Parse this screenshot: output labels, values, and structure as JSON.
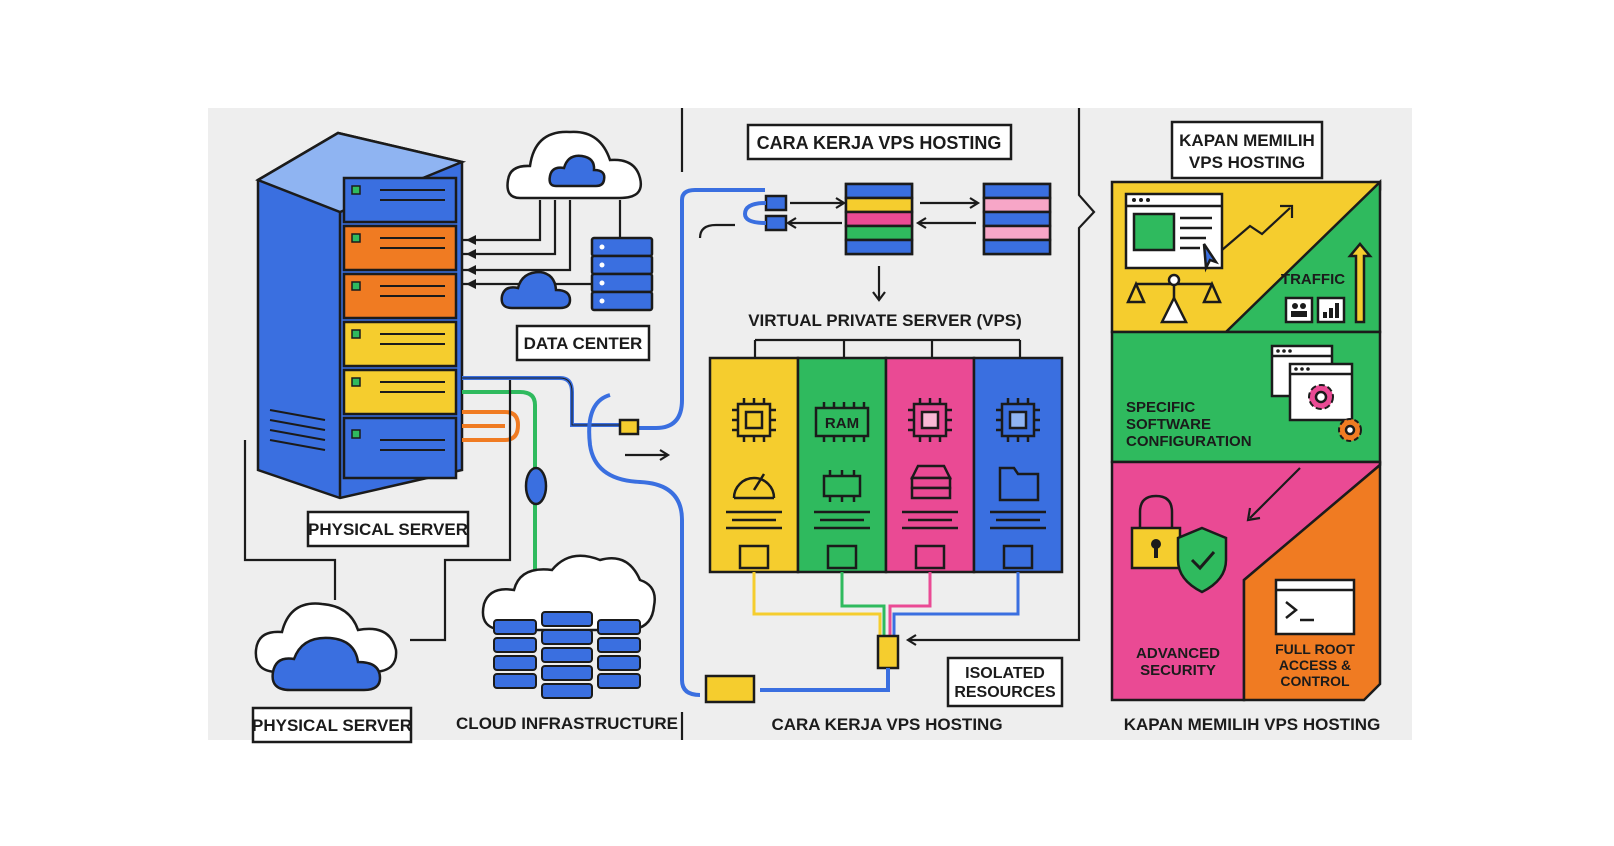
{
  "panels": {
    "left": {
      "data_center_label": "DATA CENTER",
      "physical_server_label": "PHYSICAL SERVER",
      "physical_server_bottom_label": "PHYSICAL SERVER",
      "cloud_infrastructure_label": "CLOUD INFRASTRUCTURE"
    },
    "middle": {
      "title": "CARA KERJA VPS HOSTING",
      "vps_label": "VIRTUAL PRIVATE SERVER (VPS)",
      "ram_label": "RAM",
      "isolated_resources_line1": "ISOLATED",
      "isolated_resources_line2": "RESOURCES",
      "footer_label": "CARA KERJA VPS HOSTING"
    },
    "right": {
      "title_line1": "KAPAN MEMILIH",
      "title_line2": "VPS HOSTING",
      "traffic_label": "TRAFFIC",
      "software_line1": "SPECIFIC",
      "software_line2": "SOFTWARE",
      "software_line3": "CONFIGURATION",
      "security_line1": "ADVANCED",
      "security_line2": "SECURITY",
      "root_line1": "FULL ROOT",
      "root_line2": "ACCESS &",
      "root_line3": "CONTROL",
      "footer_label": "KAPAN MEMILIH VPS HOSTING"
    }
  },
  "colors": {
    "blue": "#3a6fe0",
    "orange": "#f07b22",
    "yellow": "#f5cd2e",
    "green": "#2fba5e",
    "pink": "#ea4a94",
    "light_blue": "#8fb4f2",
    "background": "#eeeeee",
    "outline": "#1b1b1b"
  },
  "icons": [
    "server-rack-icon",
    "cloud-icon",
    "ethernet-plug-icon",
    "cpu-chip-icon",
    "ram-chip-icon",
    "gauge-icon",
    "hard-drive-icon",
    "folder-icon",
    "scale-icon",
    "growth-arrow-icon",
    "padlock-icon",
    "shield-check-icon",
    "gear-icon",
    "terminal-icon",
    "browser-window-icon"
  ]
}
